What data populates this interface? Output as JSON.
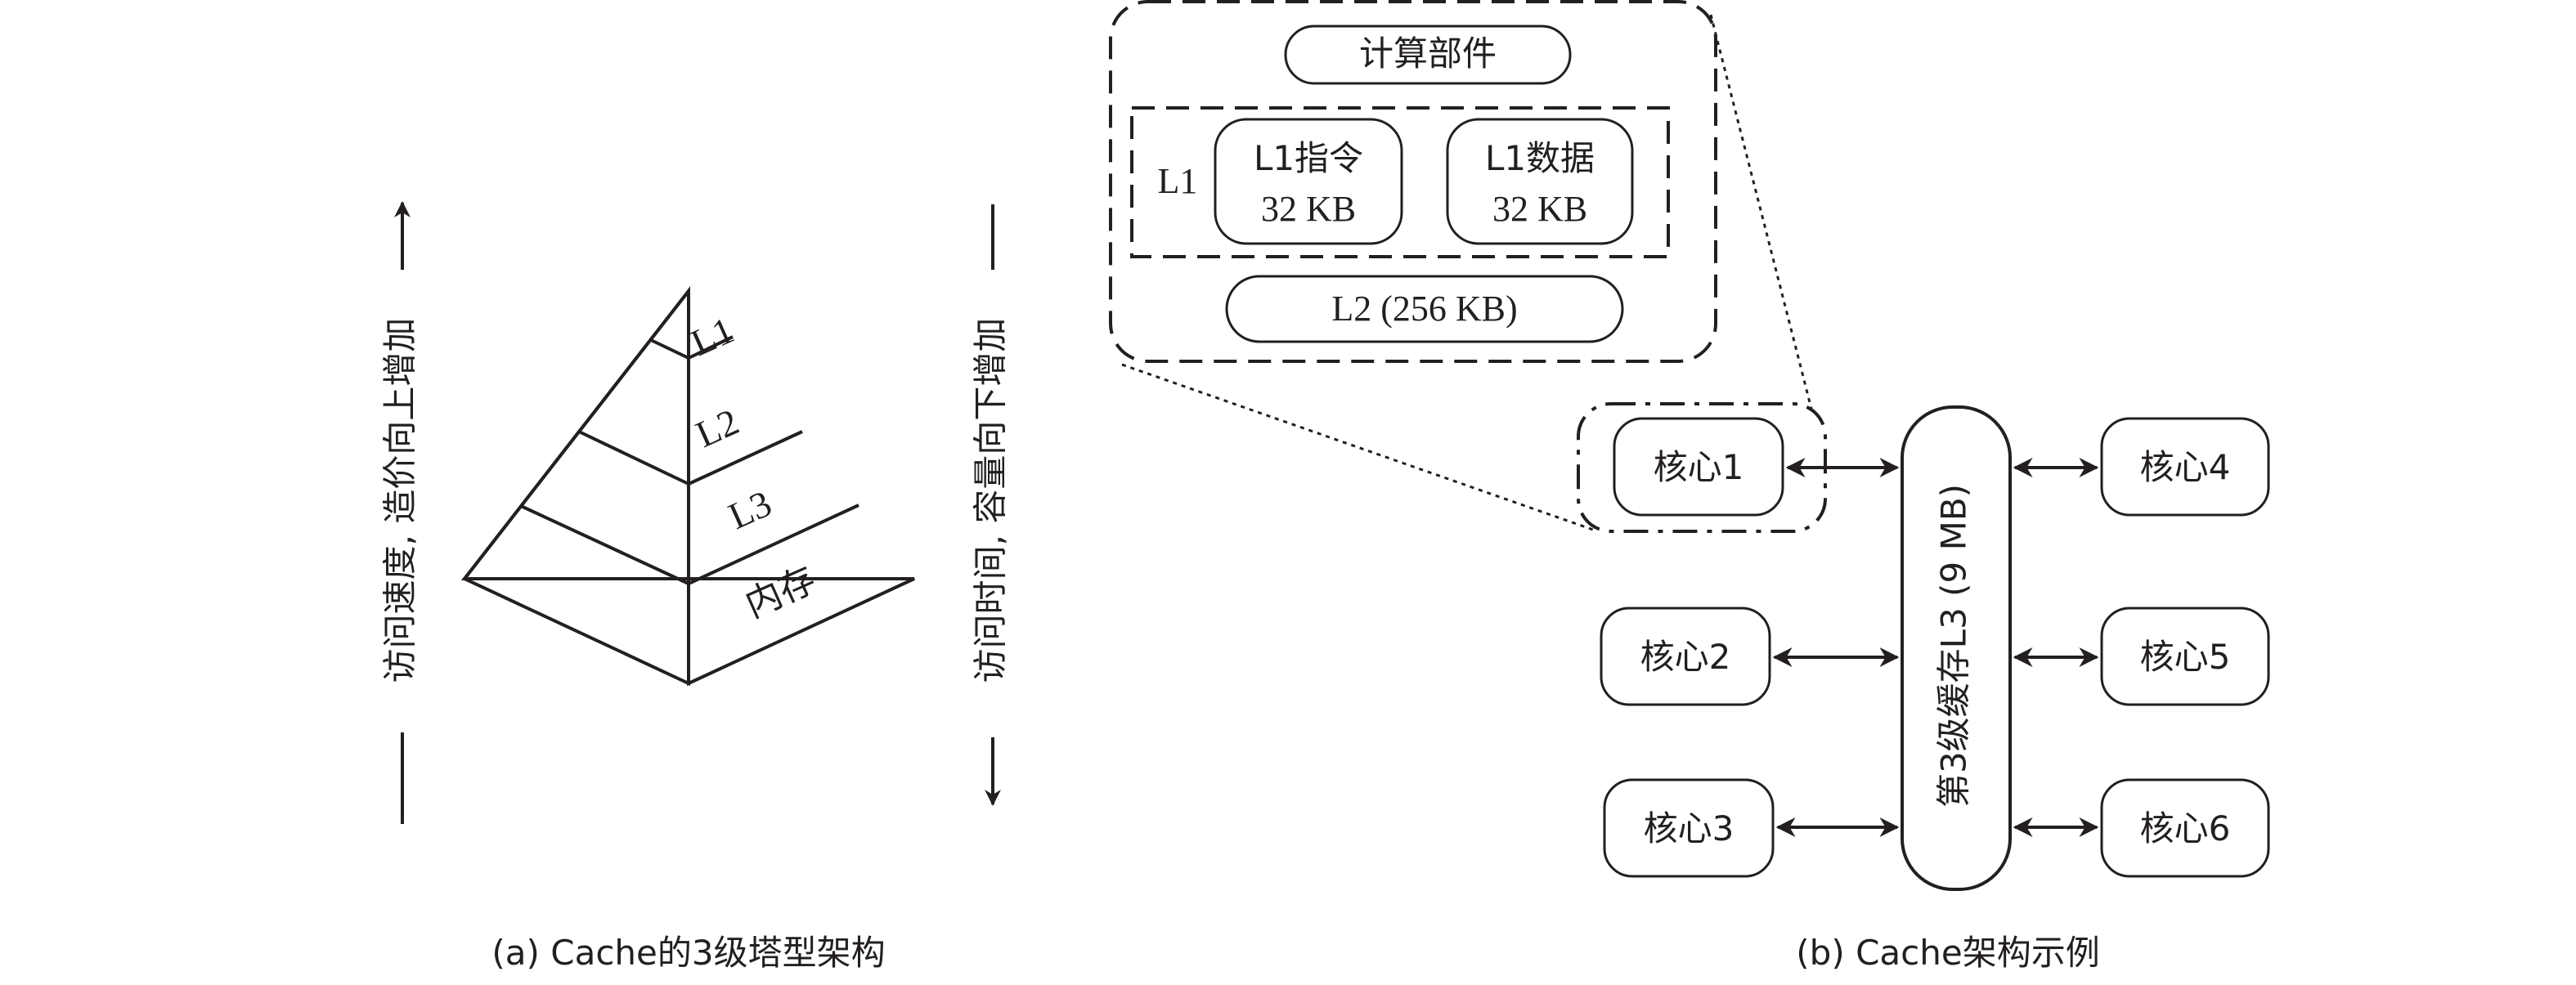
{
  "colors": {
    "ink": "#231f20",
    "background": "#ffffff"
  },
  "panel_a": {
    "caption": "(a)  Cache的3级塔型架构",
    "pyramid_levels": [
      "L1",
      "L2",
      "L3",
      "内存"
    ],
    "left_axis_label": "访问速度, 造价向上增加",
    "right_axis_label": "访问时间, 容量向下增加"
  },
  "panel_b": {
    "caption": "(b)  Cache架构示例",
    "compute_unit": "计算部件",
    "l1_group_label": "L1",
    "l1_instruction": {
      "line1": "L1指令",
      "line2": "32 KB"
    },
    "l1_data": {
      "line1": "L1数据",
      "line2": "32 KB"
    },
    "l2": "L2 (256 KB)",
    "l3": "第3级缓存L3 (9 MB)",
    "cores": [
      "核心1",
      "核心2",
      "核心3",
      "核心4",
      "核心5",
      "核心6"
    ]
  }
}
